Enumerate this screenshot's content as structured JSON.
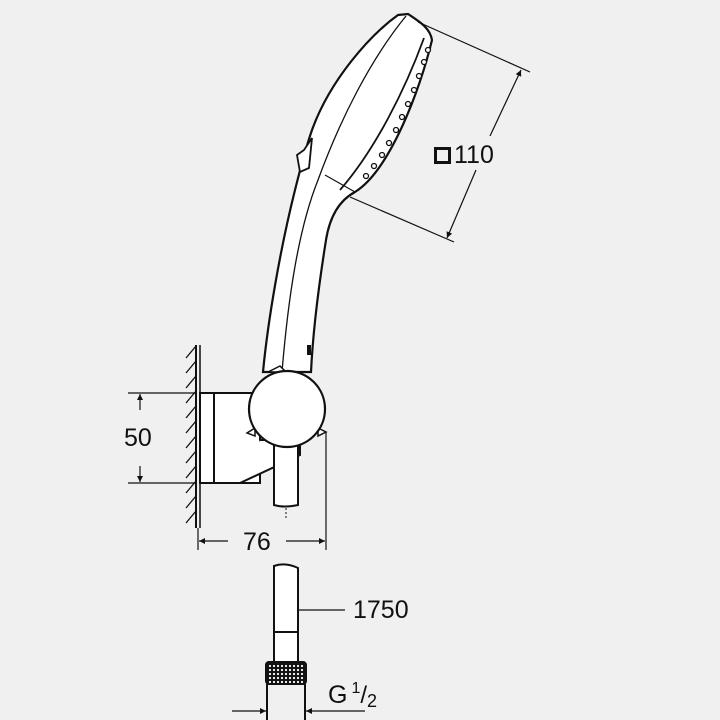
{
  "drawing": {
    "title": "Hand shower set with wall holder and hose — dimension drawing",
    "background_color": "#f0f0f0",
    "line_color": "#111111",
    "fill_color": "#ffffff",
    "components": [
      "hand-shower",
      "wall-holder",
      "wall",
      "shower-hose",
      "hose-nut"
    ]
  },
  "dimensions": {
    "head_size": {
      "symbol": "square",
      "value": "110"
    },
    "holder_height": {
      "value": "50"
    },
    "projection": {
      "value": "76"
    },
    "hose_length": {
      "value": "1750"
    },
    "thread": {
      "prefix": "G",
      "numerator": "1",
      "slash": "/",
      "denominator": "2"
    }
  }
}
